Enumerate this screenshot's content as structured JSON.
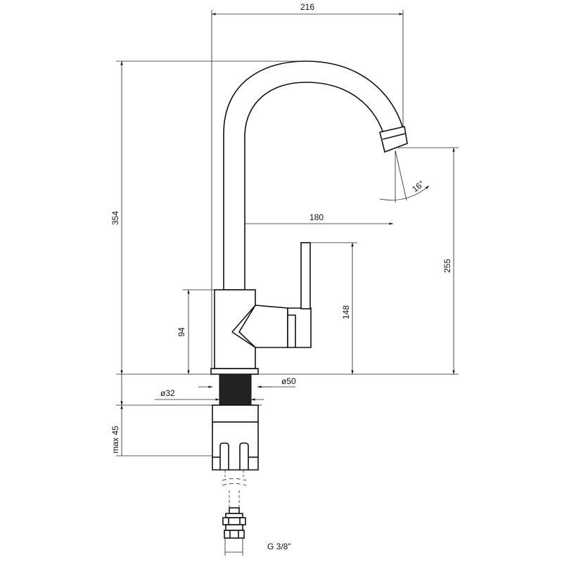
{
  "dimensions": {
    "total_reach": "216",
    "total_height": "354",
    "spout_reach": "180",
    "swivel_angle": "16°",
    "outlet_height": "255",
    "lever_height": "148",
    "body_height": "94",
    "base_diameter": "ø50",
    "shank_diameter": "ø32",
    "max_worktop": "max 45",
    "hose_connection": "G 3/8\""
  }
}
